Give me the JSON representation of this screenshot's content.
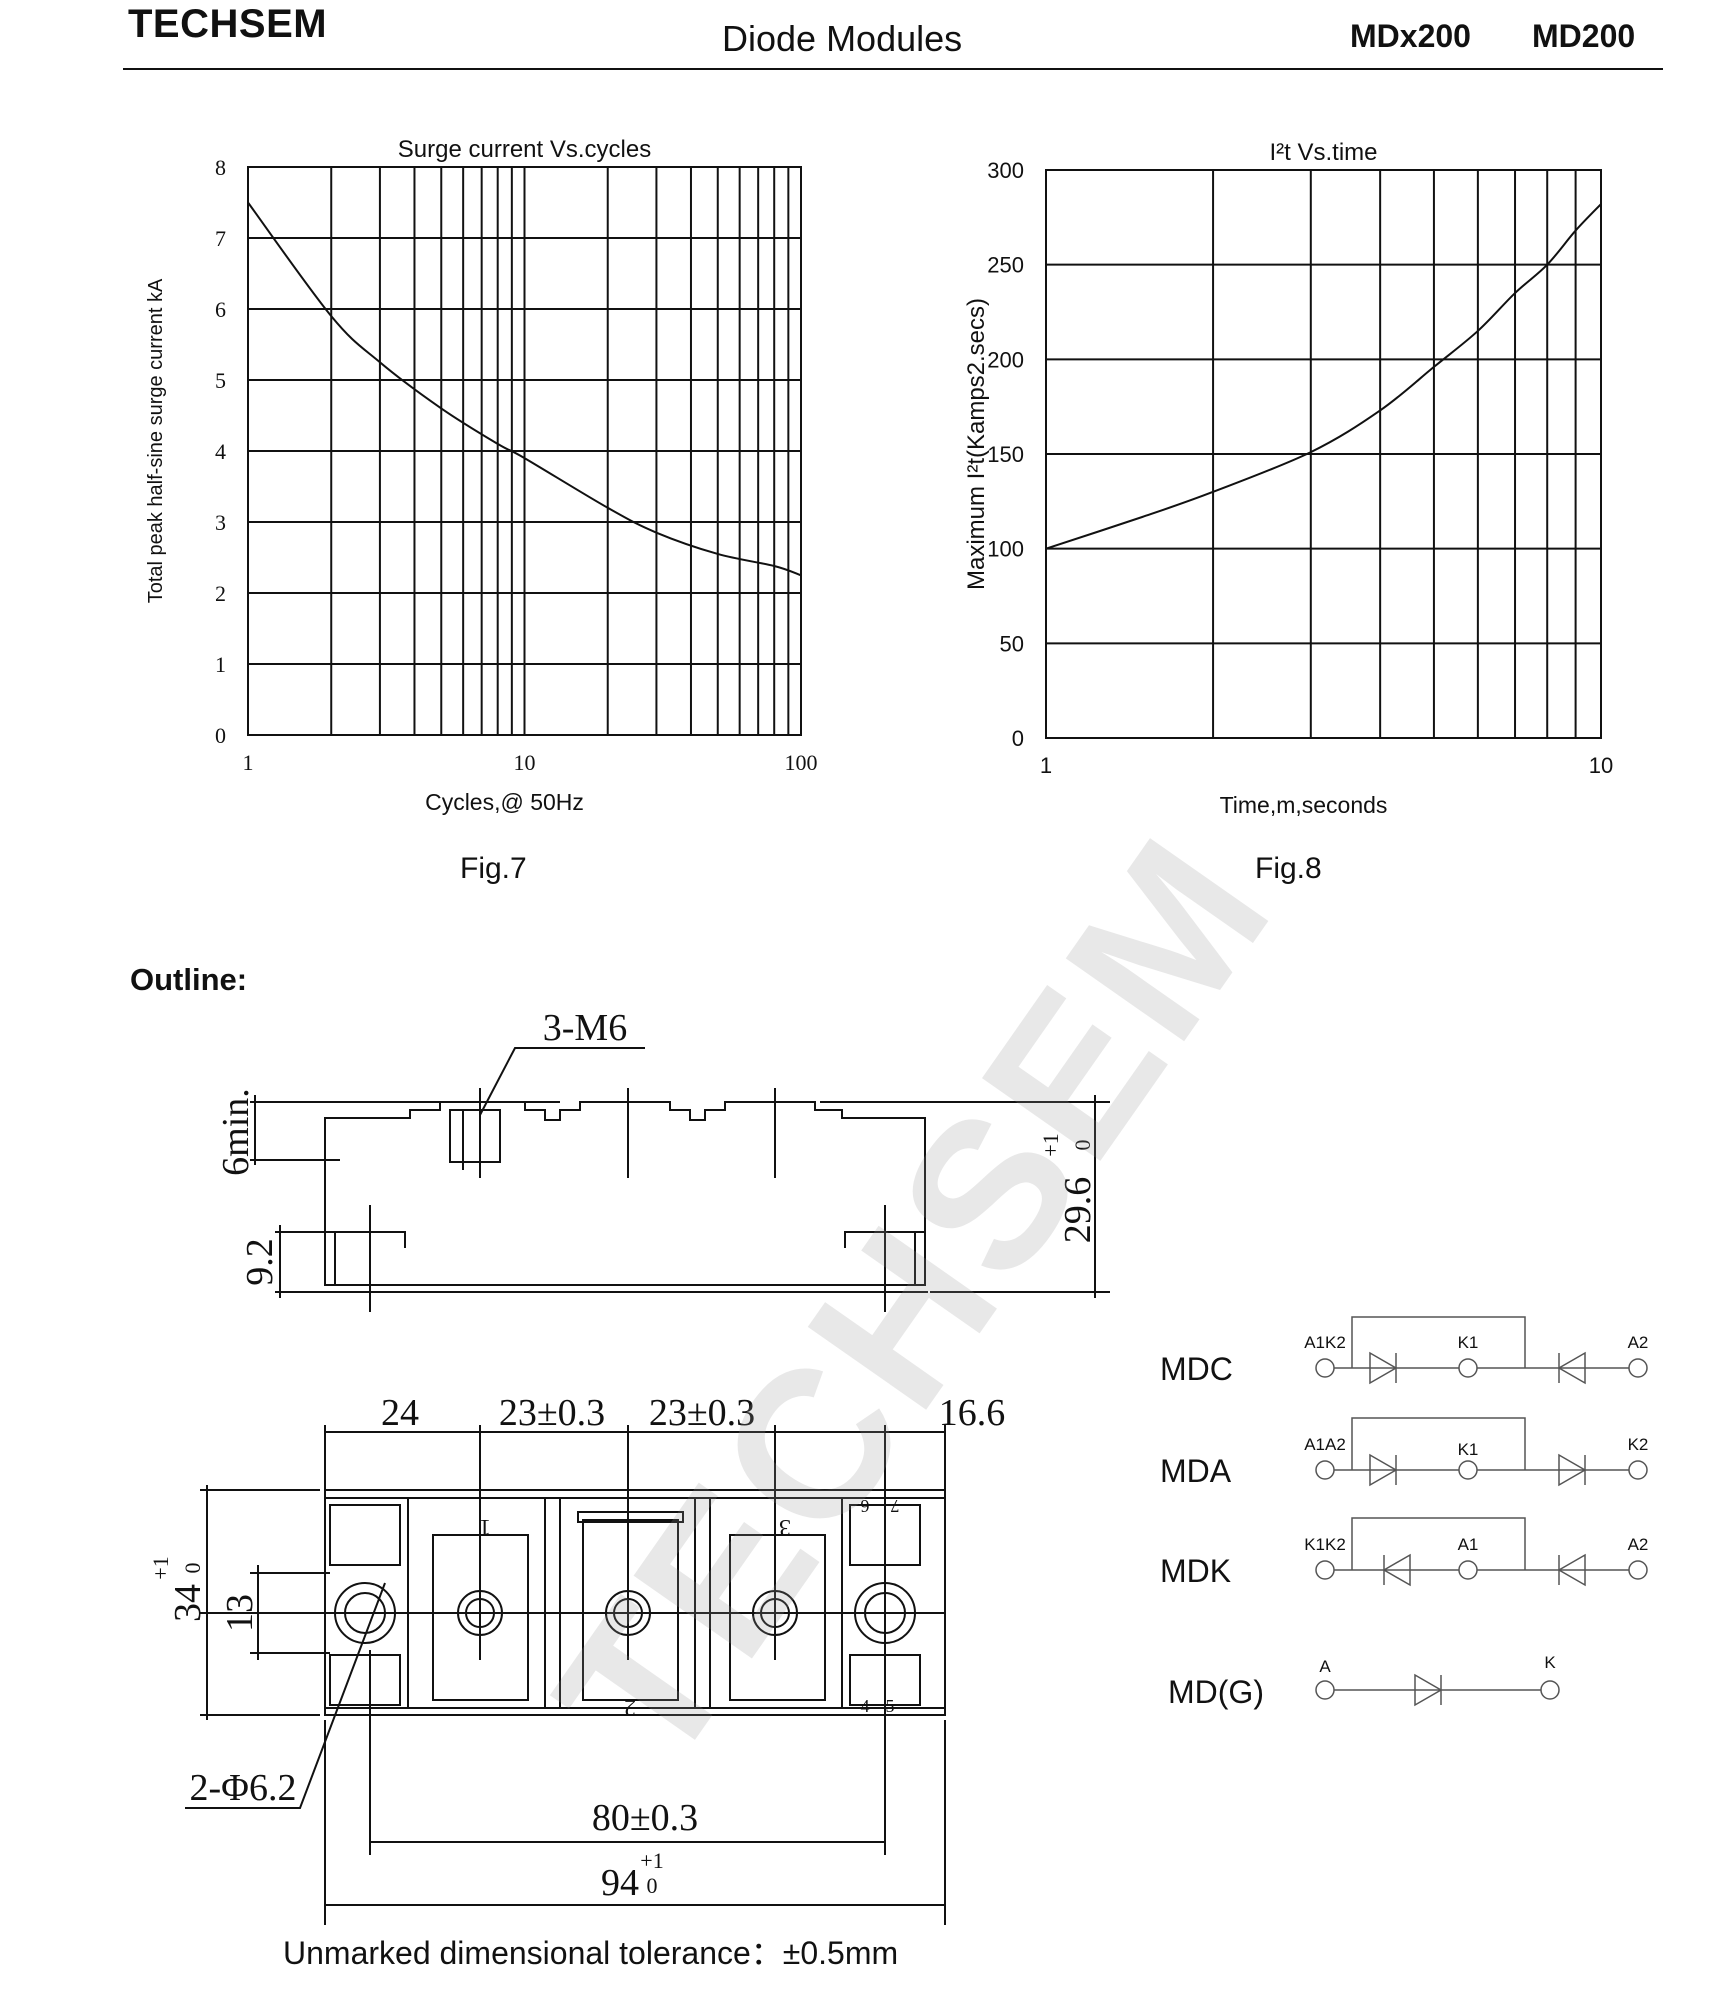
{
  "header": {
    "brand": "TECHSEM",
    "title": "Diode Modules",
    "model_series": "MDx200",
    "model": "MD200"
  },
  "figures": {
    "fig7_label": "Fig.7",
    "fig8_label": "Fig.8"
  },
  "chart_data": [
    {
      "type": "line",
      "title": "Surge current  Vs.cycles",
      "xlabel": "Cycles,@ 50Hz",
      "ylabel": "Total peak half-sine  surge current kA",
      "x_scale": "log",
      "xlim": [
        1,
        100
      ],
      "ylim": [
        0,
        8
      ],
      "x_ticks": [
        "1",
        "10",
        "100"
      ],
      "y_ticks": [
        "0",
        "1",
        "2",
        "3",
        "4",
        "5",
        "6",
        "7",
        "8"
      ],
      "grid": true,
      "series": [
        {
          "x": [
            1,
            2,
            3,
            5,
            8,
            10,
            20,
            30,
            50,
            80,
            100
          ],
          "y": [
            7.5,
            5.9,
            5.25,
            4.6,
            4.1,
            3.9,
            3.2,
            2.85,
            2.55,
            2.38,
            2.25
          ]
        }
      ]
    },
    {
      "type": "line",
      "title": "I²t  Vs.time",
      "xlabel": "Time,m,seconds",
      "ylabel": "Maximum  I²t(Kamps2.secs)",
      "x_scale": "log",
      "xlim": [
        1,
        10
      ],
      "ylim": [
        0,
        300
      ],
      "x_ticks": [
        "1",
        "10"
      ],
      "y_ticks": [
        "0",
        "50",
        "100",
        "150",
        "200",
        "250",
        "300"
      ],
      "grid": true,
      "series": [
        {
          "x": [
            1,
            1.5,
            2,
            3,
            4,
            5,
            6,
            7,
            8,
            9,
            10
          ],
          "y": [
            100,
            117,
            130,
            151,
            173,
            196,
            215,
            235,
            250,
            268,
            282
          ]
        }
      ]
    }
  ],
  "outline": {
    "title": "Outline:",
    "dims_side": [
      "3-M6",
      "6min.",
      "9.2",
      "29.6"
    ],
    "tol_29_6": "+1",
    "tol_29_6_lo": "0",
    "dims_top": [
      "24",
      "23±0.3",
      "23±0.3",
      "16.6"
    ],
    "dim_34": "34",
    "tol_34": "+1",
    "tol_34_lo": "0",
    "dim_13": "13",
    "dim_hole": "2-Φ6.2",
    "dim_80": "80±0.3",
    "dim_94": "94",
    "tol_94": "+1",
    "tol_94_lo": "0",
    "terminal_labels": [
      "1",
      "2",
      "3",
      "6",
      "7",
      "4",
      "5"
    ],
    "tolerance_note": "Unmarked dimensional tolerance：±0.5mm"
  },
  "circuits": [
    {
      "name": "MDC",
      "t1": "A1K2",
      "t2": "K1",
      "t3": "A2"
    },
    {
      "name": "MDA",
      "t1": "A1A2",
      "t2": "K1",
      "t3": "K2"
    },
    {
      "name": "MDK",
      "t1": "K1K2",
      "t2": "A1",
      "t3": "A2"
    },
    {
      "name": "MD(G)",
      "t1": "A",
      "t2": "K"
    }
  ],
  "pin_numbers": [
    "①",
    "②",
    "③"
  ],
  "watermark": "TECHSEM"
}
